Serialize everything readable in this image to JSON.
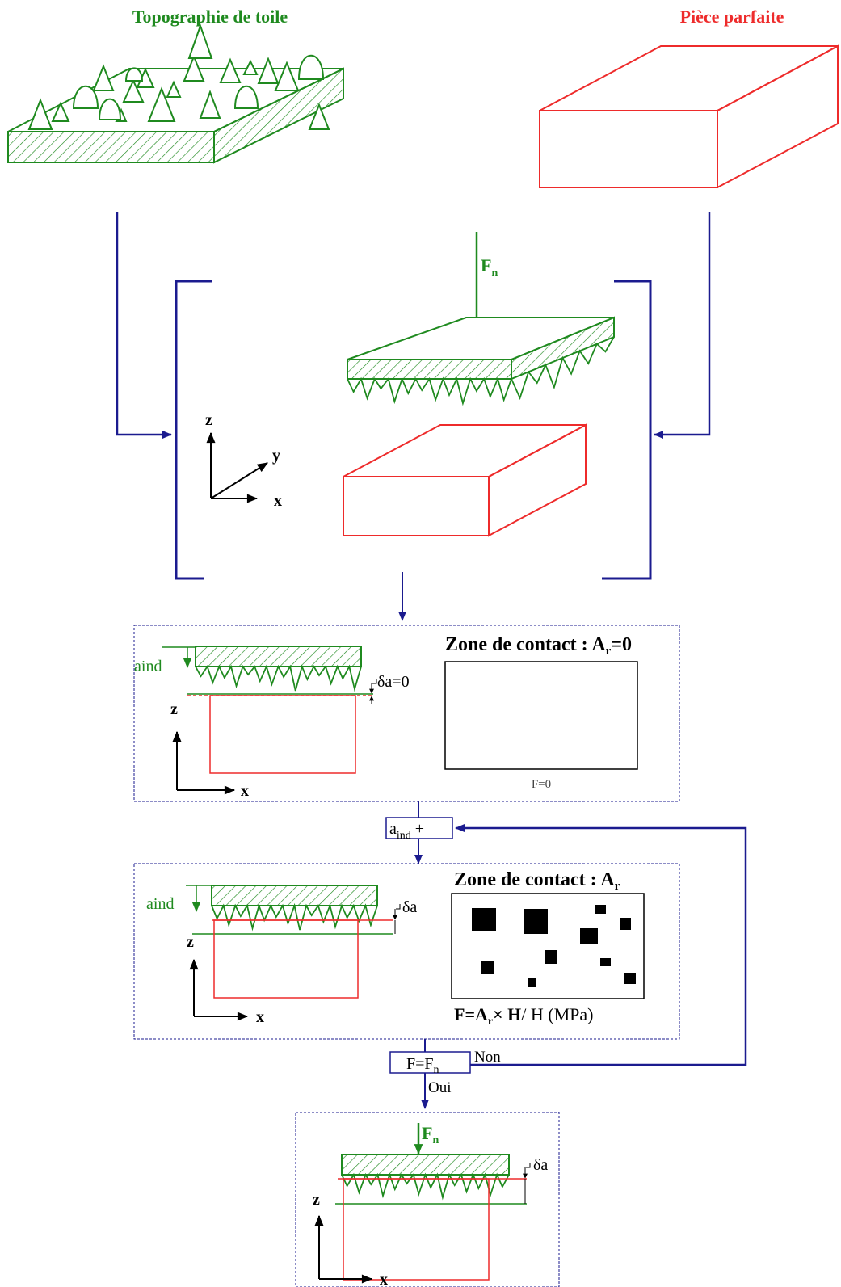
{
  "colors": {
    "green": "#1f8a1f",
    "red": "#ee2b2b",
    "navy": "#1b1b8f",
    "black": "#000000"
  },
  "titles": {
    "left": "Topographie de toile",
    "right": "Pièce parfaite"
  },
  "force": {
    "symbol": "F",
    "subscript": "n"
  },
  "axes": {
    "x": "x",
    "y": "y",
    "z": "z"
  },
  "step1": {
    "indent_label": "a",
    "indent_sub": "ind",
    "delta_label": "δa=0",
    "zone_title_prefix": "Zone de contact : A",
    "zone_title_sub": "r",
    "zone_title_suffix": "=0",
    "force_caption": "F=0"
  },
  "loop": {
    "increment_label": "a",
    "increment_sub": "ind",
    "increment_suffix": " +",
    "decision_label": "F=F",
    "decision_sub": "n",
    "no_label": "Non",
    "yes_label": "Oui"
  },
  "step2": {
    "indent_label": "a",
    "indent_sub": "ind",
    "delta_label": "δa",
    "zone_title_prefix": "Zone de contact : A",
    "zone_title_sub": "r",
    "formula_prefix": "F=A",
    "formula_sub": "r",
    "formula_mid": "× H",
    "formula_suffix": "/ H (MPa)"
  },
  "step3": {
    "delta_label": "δa"
  }
}
